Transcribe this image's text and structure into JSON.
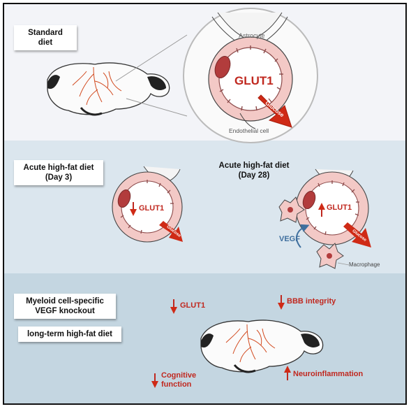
{
  "panels": {
    "standard": {
      "diet_label_line1": "Standard",
      "diet_label_line2": "diet",
      "astrocyte": "Astrocyte",
      "glut1": "GLUT1",
      "glucose": "Glucose",
      "endothelial": "Endothelial cell"
    },
    "acute_day3": {
      "label_line1": "Acute high-fat diet",
      "label_line2": "(Day 3)",
      "glut1": "GLUT1",
      "glucose": "Glucose"
    },
    "acute_day28": {
      "label_line1": "Acute high-fat diet",
      "label_line2": "(Day 28)",
      "glut1": "GLUT1",
      "glucose": "Glucose",
      "vegf": "VEGF",
      "macrophage": "Macrophage"
    },
    "knockout": {
      "label_line1": "Myeloid cell-specific",
      "label_line2": "VEGF knockout",
      "label_long_term": "long-term high-fat diet",
      "glut1": "GLUT1",
      "bbb": "BBB integrity",
      "cognitive_line1": "Cognitive",
      "cognitive_line2": "function",
      "neuroinflammation": "Neuroinflammation"
    }
  },
  "colors": {
    "vessel_fill": "#f3c9c6",
    "nucleus": "#b23c3c",
    "text_red": "#c0281f",
    "arrow_red": "#cf2a16",
    "vegf_blue": "#3f6f9e"
  }
}
